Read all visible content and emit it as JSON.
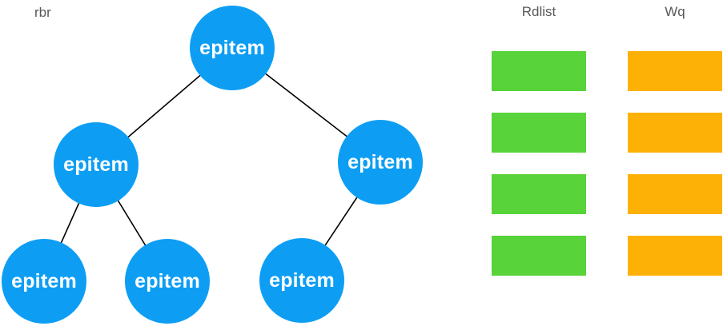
{
  "diagram": {
    "title": "rbr",
    "tree": {
      "label": "rbr",
      "nodes": [
        {
          "id": "root",
          "label": "epitem"
        },
        {
          "id": "left-child",
          "label": "epitem"
        },
        {
          "id": "right-child",
          "label": "epitem"
        },
        {
          "id": "leaf-1",
          "label": "epitem"
        },
        {
          "id": "leaf-2",
          "label": "epitem"
        },
        {
          "id": "leaf-3",
          "label": "epitem"
        }
      ],
      "edges": [
        [
          "root",
          "left-child"
        ],
        [
          "root",
          "right-child"
        ],
        [
          "left-child",
          "leaf-1"
        ],
        [
          "left-child",
          "leaf-2"
        ],
        [
          "right-child",
          "leaf-3"
        ]
      ]
    },
    "columns": [
      {
        "id": "rdlist",
        "label": "Rdlist",
        "item_count": 4,
        "item_color": "#58d33a"
      },
      {
        "id": "wq",
        "label": "Wq",
        "item_count": 4,
        "item_color": "#fdb107"
      }
    ],
    "colors": {
      "background": "#ffffff",
      "node_fill": "#0d9ef4",
      "node_text": "#ffffff",
      "edge_stroke": "#000000",
      "label_text": "#58585a",
      "rdlist_green": "#58d33a",
      "wq_orange": "#fdb107"
    }
  }
}
